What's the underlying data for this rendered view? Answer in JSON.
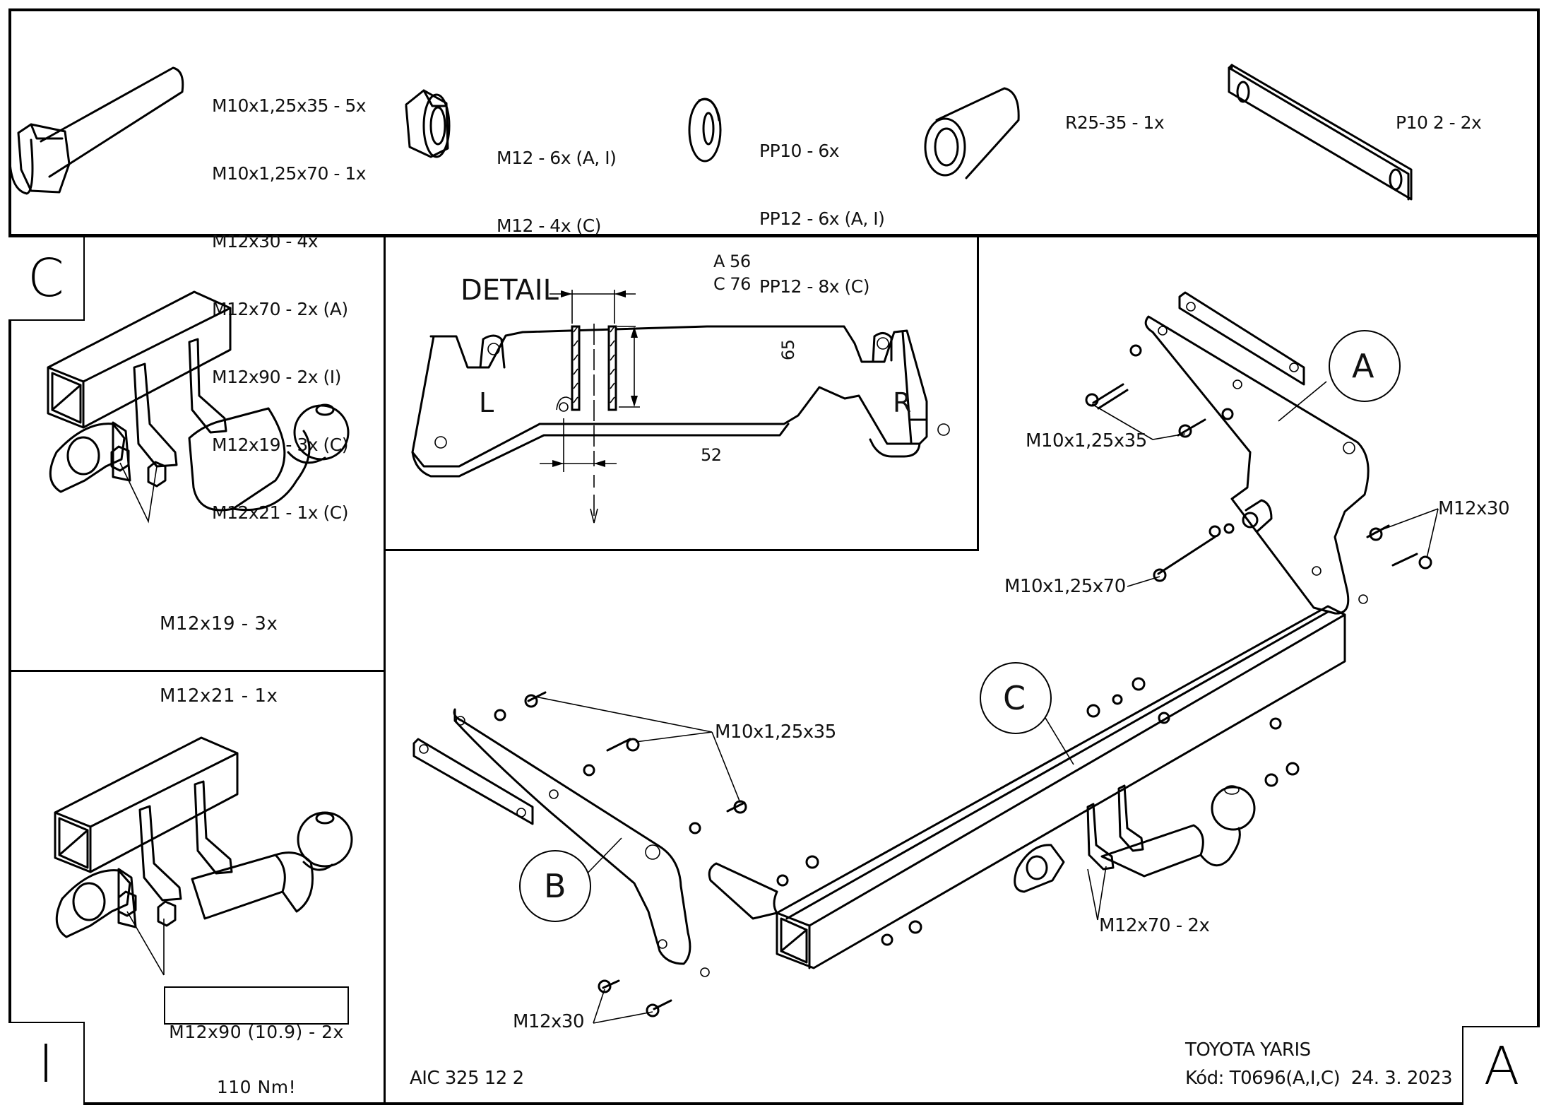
{
  "parts_list": {
    "bolts": {
      "icon": "hex-bolt-icon",
      "lines": [
        "M10x1,25x35 - 5x",
        "M10x1,25x70 - 1x",
        "M12x30 - 4x",
        "M12x70 - 2x (A)",
        "M12x90 - 2x (I)",
        "M12x19 - 3x (C)",
        "M12x21 - 1x (C)"
      ]
    },
    "nuts": {
      "icon": "hex-nut-icon",
      "lines": [
        "M12 - 6x (A, I)",
        "M12 - 4x (C)"
      ]
    },
    "washers": {
      "icon": "washer-icon",
      "lines": [
        "PP10 - 6x",
        "PP12 - 6x (A, I)",
        "PP12 - 8x (C)"
      ]
    },
    "spacer": {
      "icon": "spacer-tube-icon",
      "lines": [
        "R25-35 - 1x"
      ]
    },
    "plate": {
      "icon": "flat-plate-icon",
      "lines": [
        "P10 2 - 2x"
      ]
    }
  },
  "panel_c": {
    "corner_label": "C",
    "callout_lines": [
      "M12x19 - 3x",
      "M12x21 - 1x"
    ]
  },
  "panel_i": {
    "corner_label": "I",
    "callout_lines": [
      "M12x90 (10.9) - 2x",
      "110 Nm!"
    ]
  },
  "detail": {
    "title": "DETAIL",
    "dim_top_a": "A 56",
    "dim_top_c": "C 76",
    "dim_height": "65",
    "dim_bottom": "52",
    "left_label": "L",
    "right_label": "R"
  },
  "assembly": {
    "bubbles": [
      "A",
      "B",
      "C"
    ],
    "callouts": {
      "a_upper_bolts": "M10x1,25x35",
      "a_long_bolt": "M10x1,25x70",
      "a_side_bolts": "M12x30",
      "b_upper_bolts": "M10x1,25x35",
      "b_lower_bolts": "M12x30",
      "ball_bolts": "M12x70 - 2x"
    }
  },
  "footer": {
    "drawing_number": "AIC 325 12 2",
    "vehicle": "TOYOTA YARIS",
    "code_line": "Kód: T0696(A,I,C)  24. 3. 2023",
    "corner_label": "A"
  }
}
